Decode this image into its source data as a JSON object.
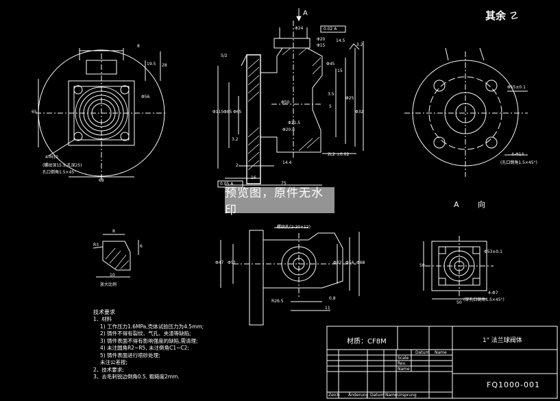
{
  "corner_note": "其余",
  "view_label": "A 向",
  "arrow_label": "A",
  "watermark": "预览图，原件无水印",
  "title_block": {
    "material": "材质：CF8M",
    "part_name": "1\" 法兰球阀体",
    "drawing_no": "FQ1000-001",
    "row_labels": [
      "Scale",
      "Rev.",
      "Name"
    ],
    "header_labels": [
      "Datum",
      "Name"
    ],
    "footer_labels": [
      "Zeich",
      "Änderung",
      "Datum",
      "Name",
      "Ursprung"
    ]
  },
  "notes": {
    "title": "技术要求",
    "items": [
      "1、材料",
      "1) 工作压力1.6MPa,壳体试验压力为4.5mm;",
      "2) 铸件不得有裂纹、气孔、夹渣等缺陷;",
      "3) 铸件表面不得有影响强度的缺陷,需清理;",
      "4) 未注圆角R2~R5, 未注倒角C1~C2;",
      "5) 铸件表面进行喷砂处理;",
      "   未注公差按;",
      "2、技术要求;",
      "3、去毛刺锐边倒角0.5, 粗糙度2mm."
    ]
  },
  "dimensions": {
    "left_view": [
      "4-M10",
      "(螺纹深15.5,孔深25)",
      "孔口倒角1.5×45°",
      "68",
      "19.5",
      "28",
      "8",
      "65",
      "Φ56"
    ],
    "section_view": [
      "Φ24",
      "0.02 A",
      "Φ20",
      "Φ15",
      "14.5",
      "Φ45",
      "3.2",
      "Φ115",
      "Φ85",
      "Φ65",
      "Φ50",
      "3.5",
      "5",
      "2L2 ±0.02",
      "14.4",
      "2",
      "16",
      "75",
      "3.2",
      "0.05 A",
      "15",
      "Φ25",
      "Φ32",
      "Φ21.5",
      "Φ20.8",
      "5/2"
    ],
    "right_view": [
      "Φ55±0.1",
      "4-Φ14",
      "(孔口倒角1.5×45°)"
    ],
    "lower_section": [
      "Φ47",
      "Φ51",
      "Φ32",
      "Φ54",
      "Φ68",
      "0.8",
      "11",
      "R26.5",
      "螺纹孔(2-20×12)"
    ],
    "detail_view": [
      "8",
      "R3",
      "10",
      "6",
      "放大比例"
    ],
    "square_view": [
      "Φ53±0.1",
      "50",
      "50",
      "4-Φ7",
      "(穿孔口倒角1.5×45°)"
    ]
  }
}
